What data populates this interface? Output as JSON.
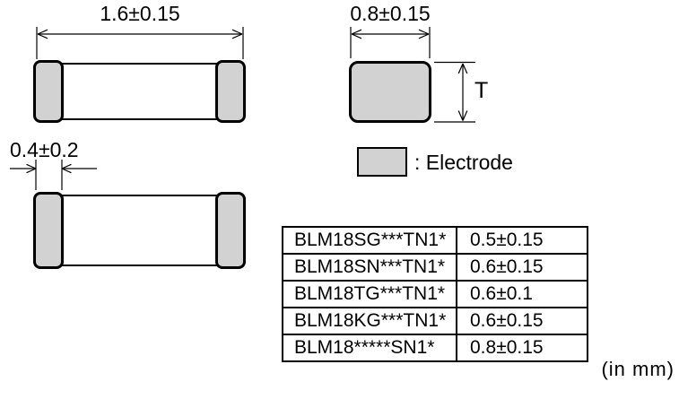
{
  "colors": {
    "electrode_fill": "#d2d2d2",
    "line": "#000000"
  },
  "labels": {
    "length_dim": "1.6±0.15",
    "width_dim": "0.8±0.15",
    "electrode_width_dim": "0.4±0.2",
    "thickness_dim": "T",
    "legend": ": Electrode",
    "units_note": "(in mm)"
  },
  "thickness_table": {
    "rows": [
      {
        "part_number": "BLM18SG***TN1*",
        "thickness": "0.5±0.15"
      },
      {
        "part_number": "BLM18SN***TN1*",
        "thickness": "0.6±0.15"
      },
      {
        "part_number": "BLM18TG***TN1*",
        "thickness": "0.6±0.1"
      },
      {
        "part_number": "BLM18KG***TN1*",
        "thickness": "0.6±0.15"
      },
      {
        "part_number": "BLM18*****SN1*",
        "thickness": "0.8±0.15"
      }
    ]
  }
}
